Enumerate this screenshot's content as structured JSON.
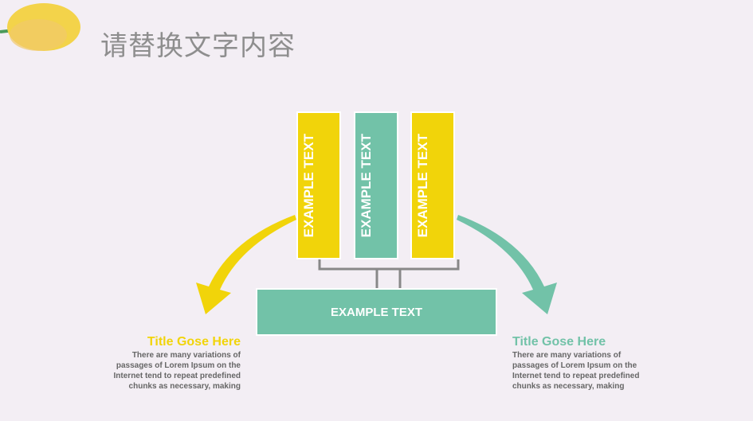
{
  "header": {
    "title": "请替换文字内容"
  },
  "columns": [
    {
      "label": "EXAMPLE TEXT"
    },
    {
      "label": "EXAMPLE TEXT"
    },
    {
      "label": "EXAMPLE TEXT"
    }
  ],
  "bottom": {
    "label": "EXAMPLE TEXT"
  },
  "left": {
    "title": "Title Gose Here",
    "lines": [
      "There are many variations of",
      "passages  of Lorem Ipsum on the",
      "Internet tend to repeat predefined",
      "chunks as necessary, making"
    ]
  },
  "right": {
    "title": "Title Gose Here",
    "lines": [
      "There are many variations of",
      "passages  of Lorem Ipsum on the",
      "Internet tend to repeat predefined",
      "chunks as necessary, making"
    ]
  },
  "colors": {
    "yellow": "#f1d40a",
    "green": "#72c2a8"
  }
}
